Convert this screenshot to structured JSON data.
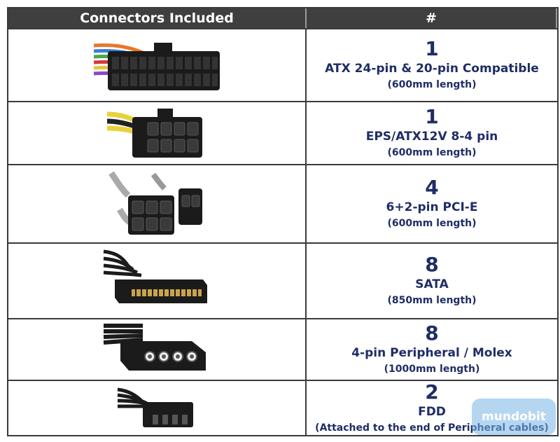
{
  "table": {
    "headers": [
      "Connectors Included",
      "#"
    ],
    "rows": [
      {
        "qty": "1",
        "name": "ATX 24-pin & 20-pin Compatible",
        "length": "(600mm length)",
        "image_icon": "atx-24pin-connector-icon"
      },
      {
        "qty": "1",
        "name": "EPS/ATX12V 8-4 pin",
        "length": "(600mm length)",
        "image_icon": "eps-8pin-connector-icon"
      },
      {
        "qty": "4",
        "name": "6+2-pin PCI-E",
        "length": "(600mm length)",
        "image_icon": "pcie-6plus2-connector-icon"
      },
      {
        "qty": "8",
        "name": "SATA",
        "length": "(850mm length)",
        "image_icon": "sata-connector-icon"
      },
      {
        "qty": "8",
        "name": "4-pin Peripheral / Molex",
        "length": "(1000mm length)",
        "image_icon": "molex-connector-icon"
      },
      {
        "qty": "2",
        "name": "FDD",
        "length": "(Attached to the end of Peripheral cables)",
        "image_icon": "fdd-connector-icon"
      }
    ]
  },
  "watermark": {
    "text": "mundobit"
  },
  "colors": {
    "header_bg": "#3f3f3f",
    "text_navy": "#1f2d66"
  }
}
